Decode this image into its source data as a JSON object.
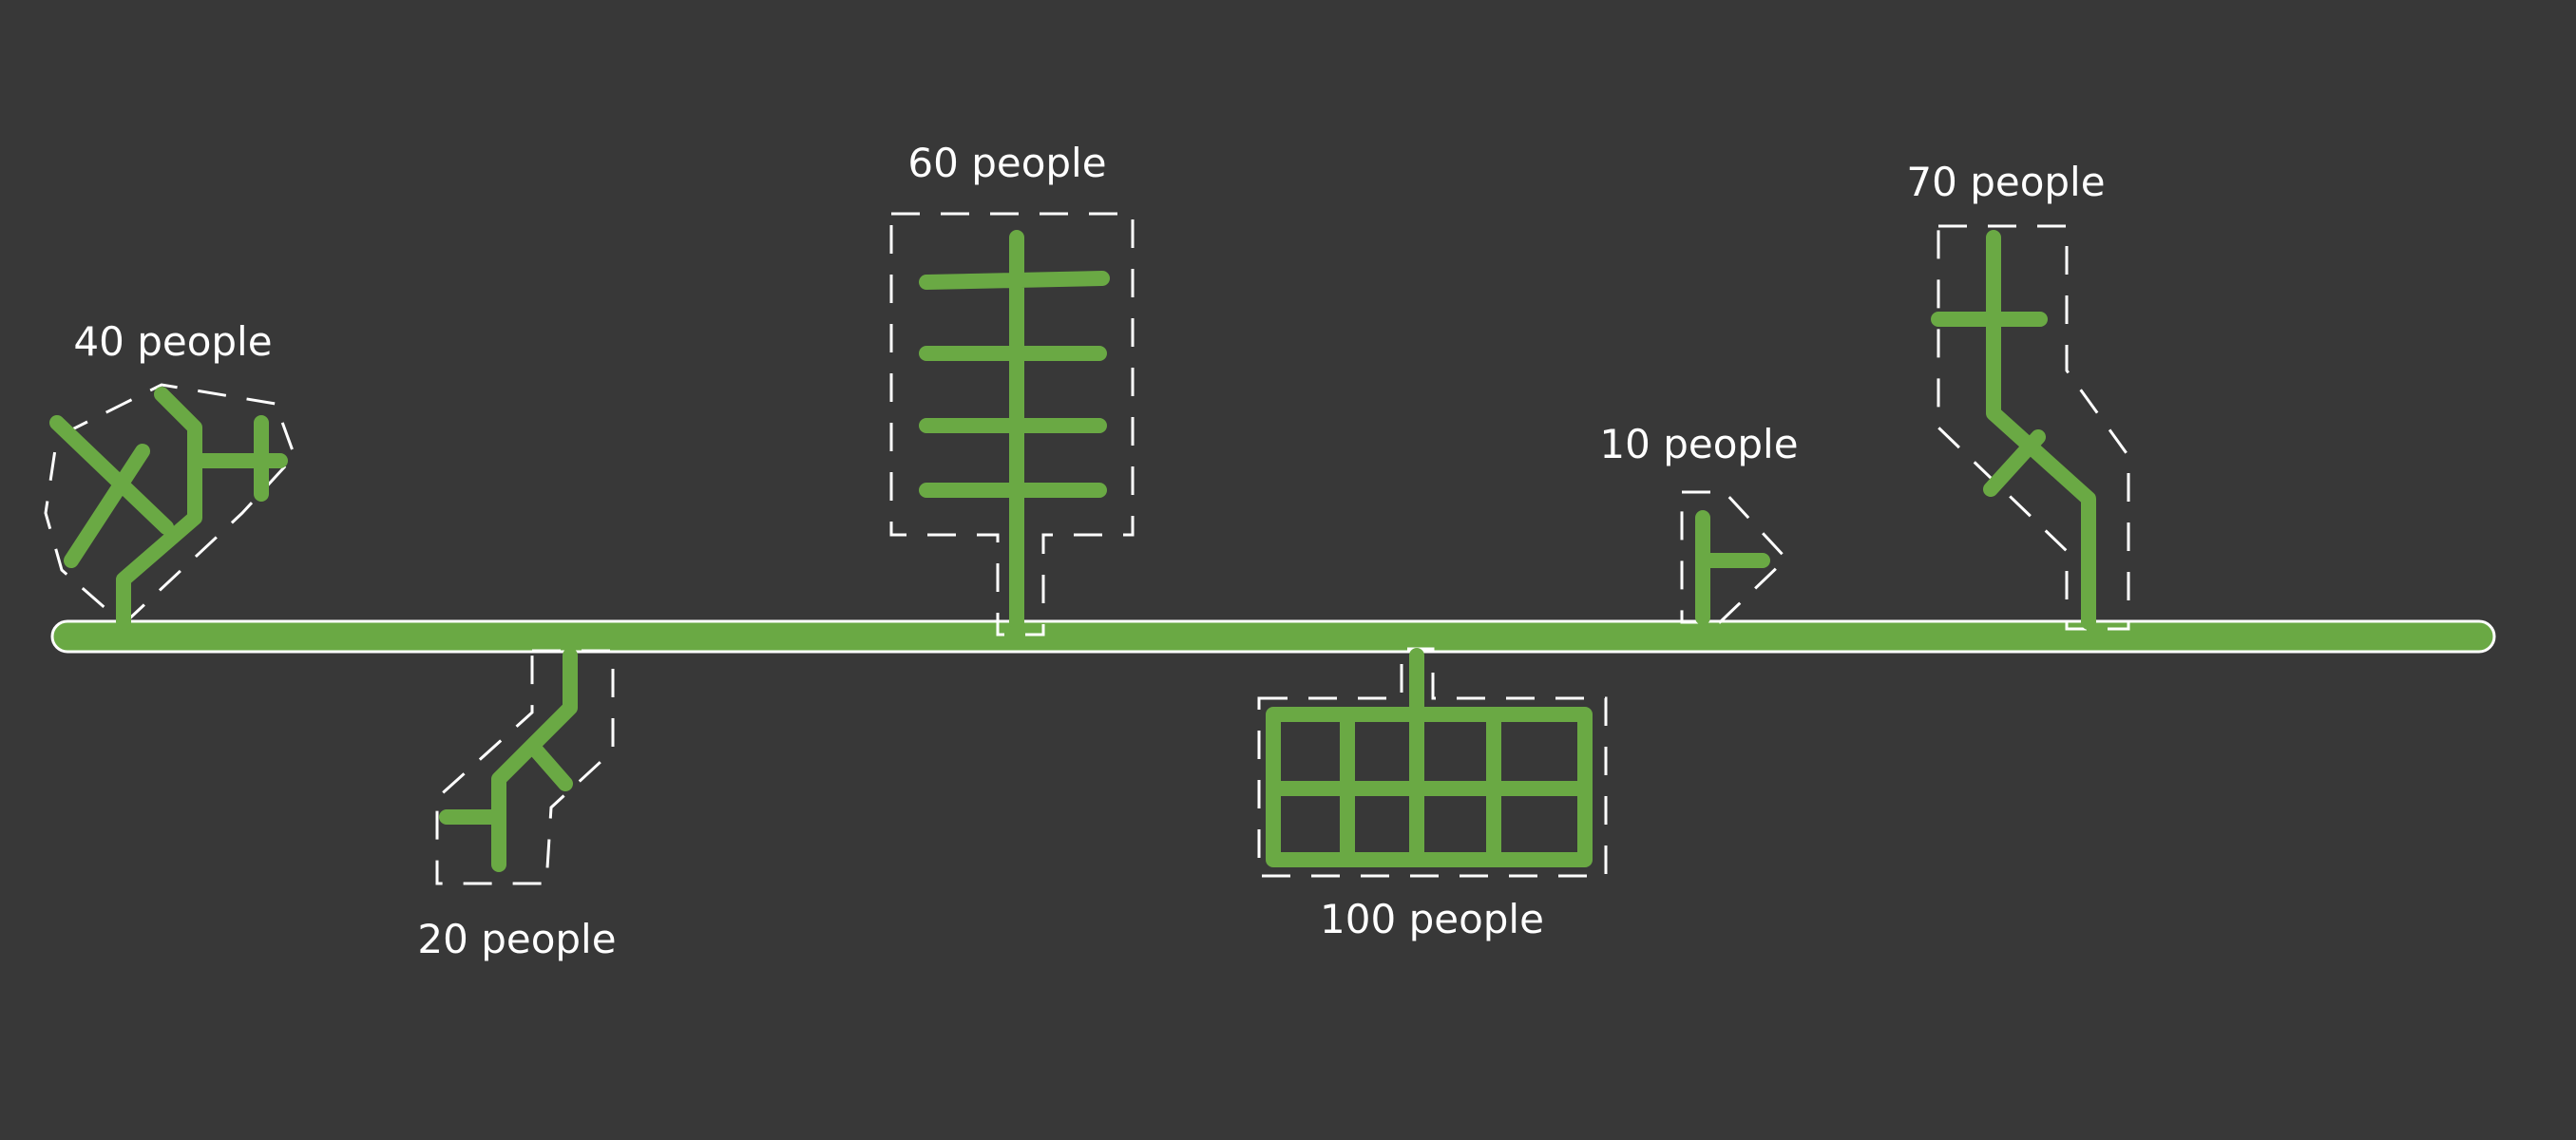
{
  "diagram": {
    "clusters": [
      {
        "id": "c40",
        "label": "40 people"
      },
      {
        "id": "c20",
        "label": "20 people"
      },
      {
        "id": "c60",
        "label": "60 people"
      },
      {
        "id": "c100",
        "label": "100 people"
      },
      {
        "id": "c10",
        "label": "10 people"
      },
      {
        "id": "c70",
        "label": "70 people"
      }
    ]
  },
  "colors": {
    "background": "#383838",
    "road": "#6aa944",
    "outline": "#ffffff",
    "text": "#ffffff"
  }
}
